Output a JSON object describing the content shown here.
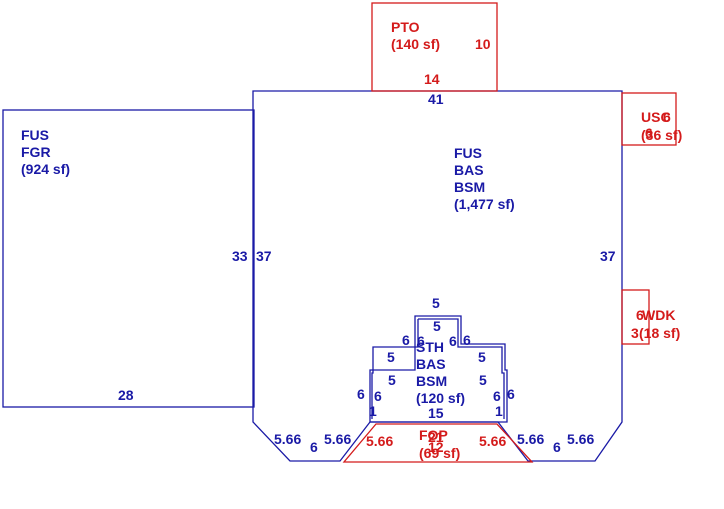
{
  "areas": {
    "main_house": {
      "code1": "FUS",
      "code2": "BAS",
      "code3": "BSM",
      "area": "(1,477 sf)",
      "dim_top": "41",
      "dim_left": "37",
      "dim_right": "37",
      "dim_bottom_left_diag": "5.66",
      "dim_bottom_left": "6",
      "dim_bottom_left_diag2": "5.66",
      "dim_bottom_right_diag": "5.66",
      "dim_bottom_right": "6",
      "dim_bottom_right_diag2": "5.66"
    },
    "garage": {
      "code1": "FUS",
      "code2": "FGR",
      "area": "(924 sf)",
      "dim_right": "33",
      "dim_bottom": "28"
    },
    "bay": {
      "code1": "STH",
      "code2": "BAS",
      "code3": "BSM",
      "area": "(120 sf)",
      "dim_top": "5",
      "dim_top_inner": "5",
      "dim_step_l": "6",
      "dim_step_l2": "6",
      "dim_step_r": "6",
      "dim_step_r2": "6",
      "dim_mid_l": "5",
      "dim_mid_r": "5",
      "dim_low_l": "5",
      "dim_low_r": "5",
      "dim_side_l": "6",
      "dim_side_l2": "6",
      "dim_side_r": "6",
      "dim_side_r2": "6",
      "dim_foot_l": "1",
      "dim_foot_r": "1",
      "dim_bottom": "15"
    },
    "patio": {
      "code": "PTO",
      "area": "(140 sf)",
      "dim_right": "10",
      "dim_bottom": "14"
    },
    "utility": {
      "code": "USC",
      "area": "(36 sf)",
      "dim_a": "6",
      "dim_b": "6"
    },
    "deck": {
      "code": "WDK",
      "area": "(18 sf)",
      "dim_a": "6",
      "dim_b": "3"
    },
    "porch": {
      "code": "FOP",
      "area": "(69 sf)",
      "dim_a": "21",
      "dim_b": "12",
      "dim_diag_l": "5.66",
      "dim_diag_r": "5.66"
    }
  }
}
